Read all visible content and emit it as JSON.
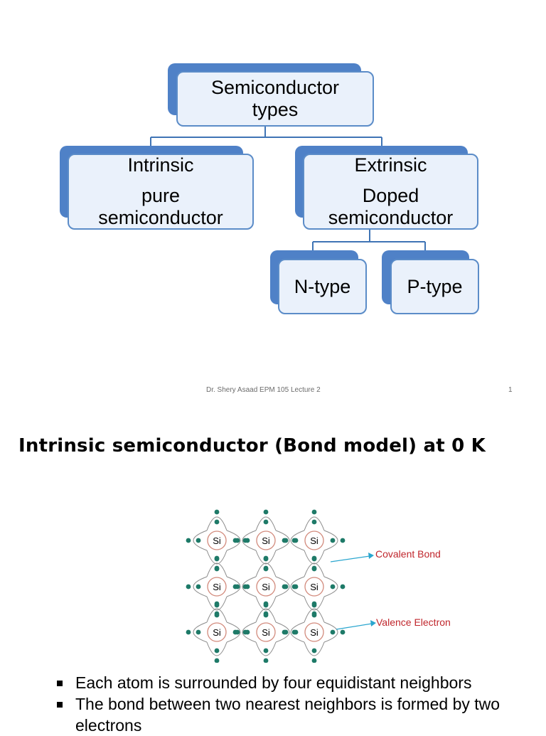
{
  "slide1": {
    "root": {
      "line1": "Semiconductor",
      "line2": "types"
    },
    "intrinsic": {
      "line1": "Intrinsic",
      "line2": "pure",
      "line3": "semiconductor"
    },
    "extrinsic": {
      "line1": "Extrinsic",
      "line2": "Doped",
      "line3": "semiconductor"
    },
    "ntype": "N-type",
    "ptype": "P-type",
    "footer": "Dr. Shery Asaad  EPM 105  Lecture 2",
    "page_number": "1"
  },
  "slide2": {
    "title": "Intrinsic semiconductor (Bond model) at 0 K",
    "lattice": {
      "atom_label": "Si",
      "covalent_label": "Covalent Bond",
      "valence_label": "Valence Electron",
      "label_color": "#c0262c",
      "arrow_color": "#2aa6cf",
      "electron_color": "#1e7a68"
    },
    "bullets": [
      "Each atom is surrounded by four equidistant neighbors",
      "The bond between two nearest neighbors is formed by two electrons"
    ]
  },
  "colors": {
    "box_shadow": "#4f81c7",
    "box_fill": "#eaf1fb",
    "box_border": "#5b8cc8"
  }
}
